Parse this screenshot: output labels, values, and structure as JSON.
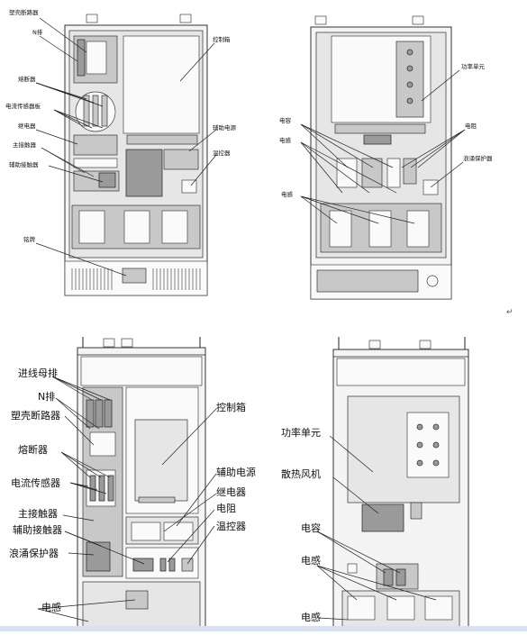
{
  "diagrams": {
    "top_left": {
      "labels": [
        "塑壳断路器",
        "N排",
        "熔断器",
        "电流传感器板",
        "继电器",
        "主接触器",
        "辅助接触器",
        "铭牌",
        "控制箱",
        "辅助电源",
        "温控器"
      ]
    },
    "top_right": {
      "labels": [
        "功率单元",
        "电容",
        "电感",
        "电阻",
        "浪涌保护器",
        "电感"
      ]
    },
    "bottom_left": {
      "labels": [
        "进线母排",
        "N排",
        "塑壳断路器",
        "熔断器",
        "电流传感器",
        "主接触器",
        "辅助接触器",
        "浪涌保护器",
        "电感",
        "控制箱",
        "辅助电源",
        "继电器",
        "电阻",
        "温控器"
      ]
    },
    "bottom_right": {
      "labels": [
        "功率单元",
        "散热风机",
        "电容",
        "电感",
        "电感"
      ]
    }
  },
  "return_mark": "↵"
}
